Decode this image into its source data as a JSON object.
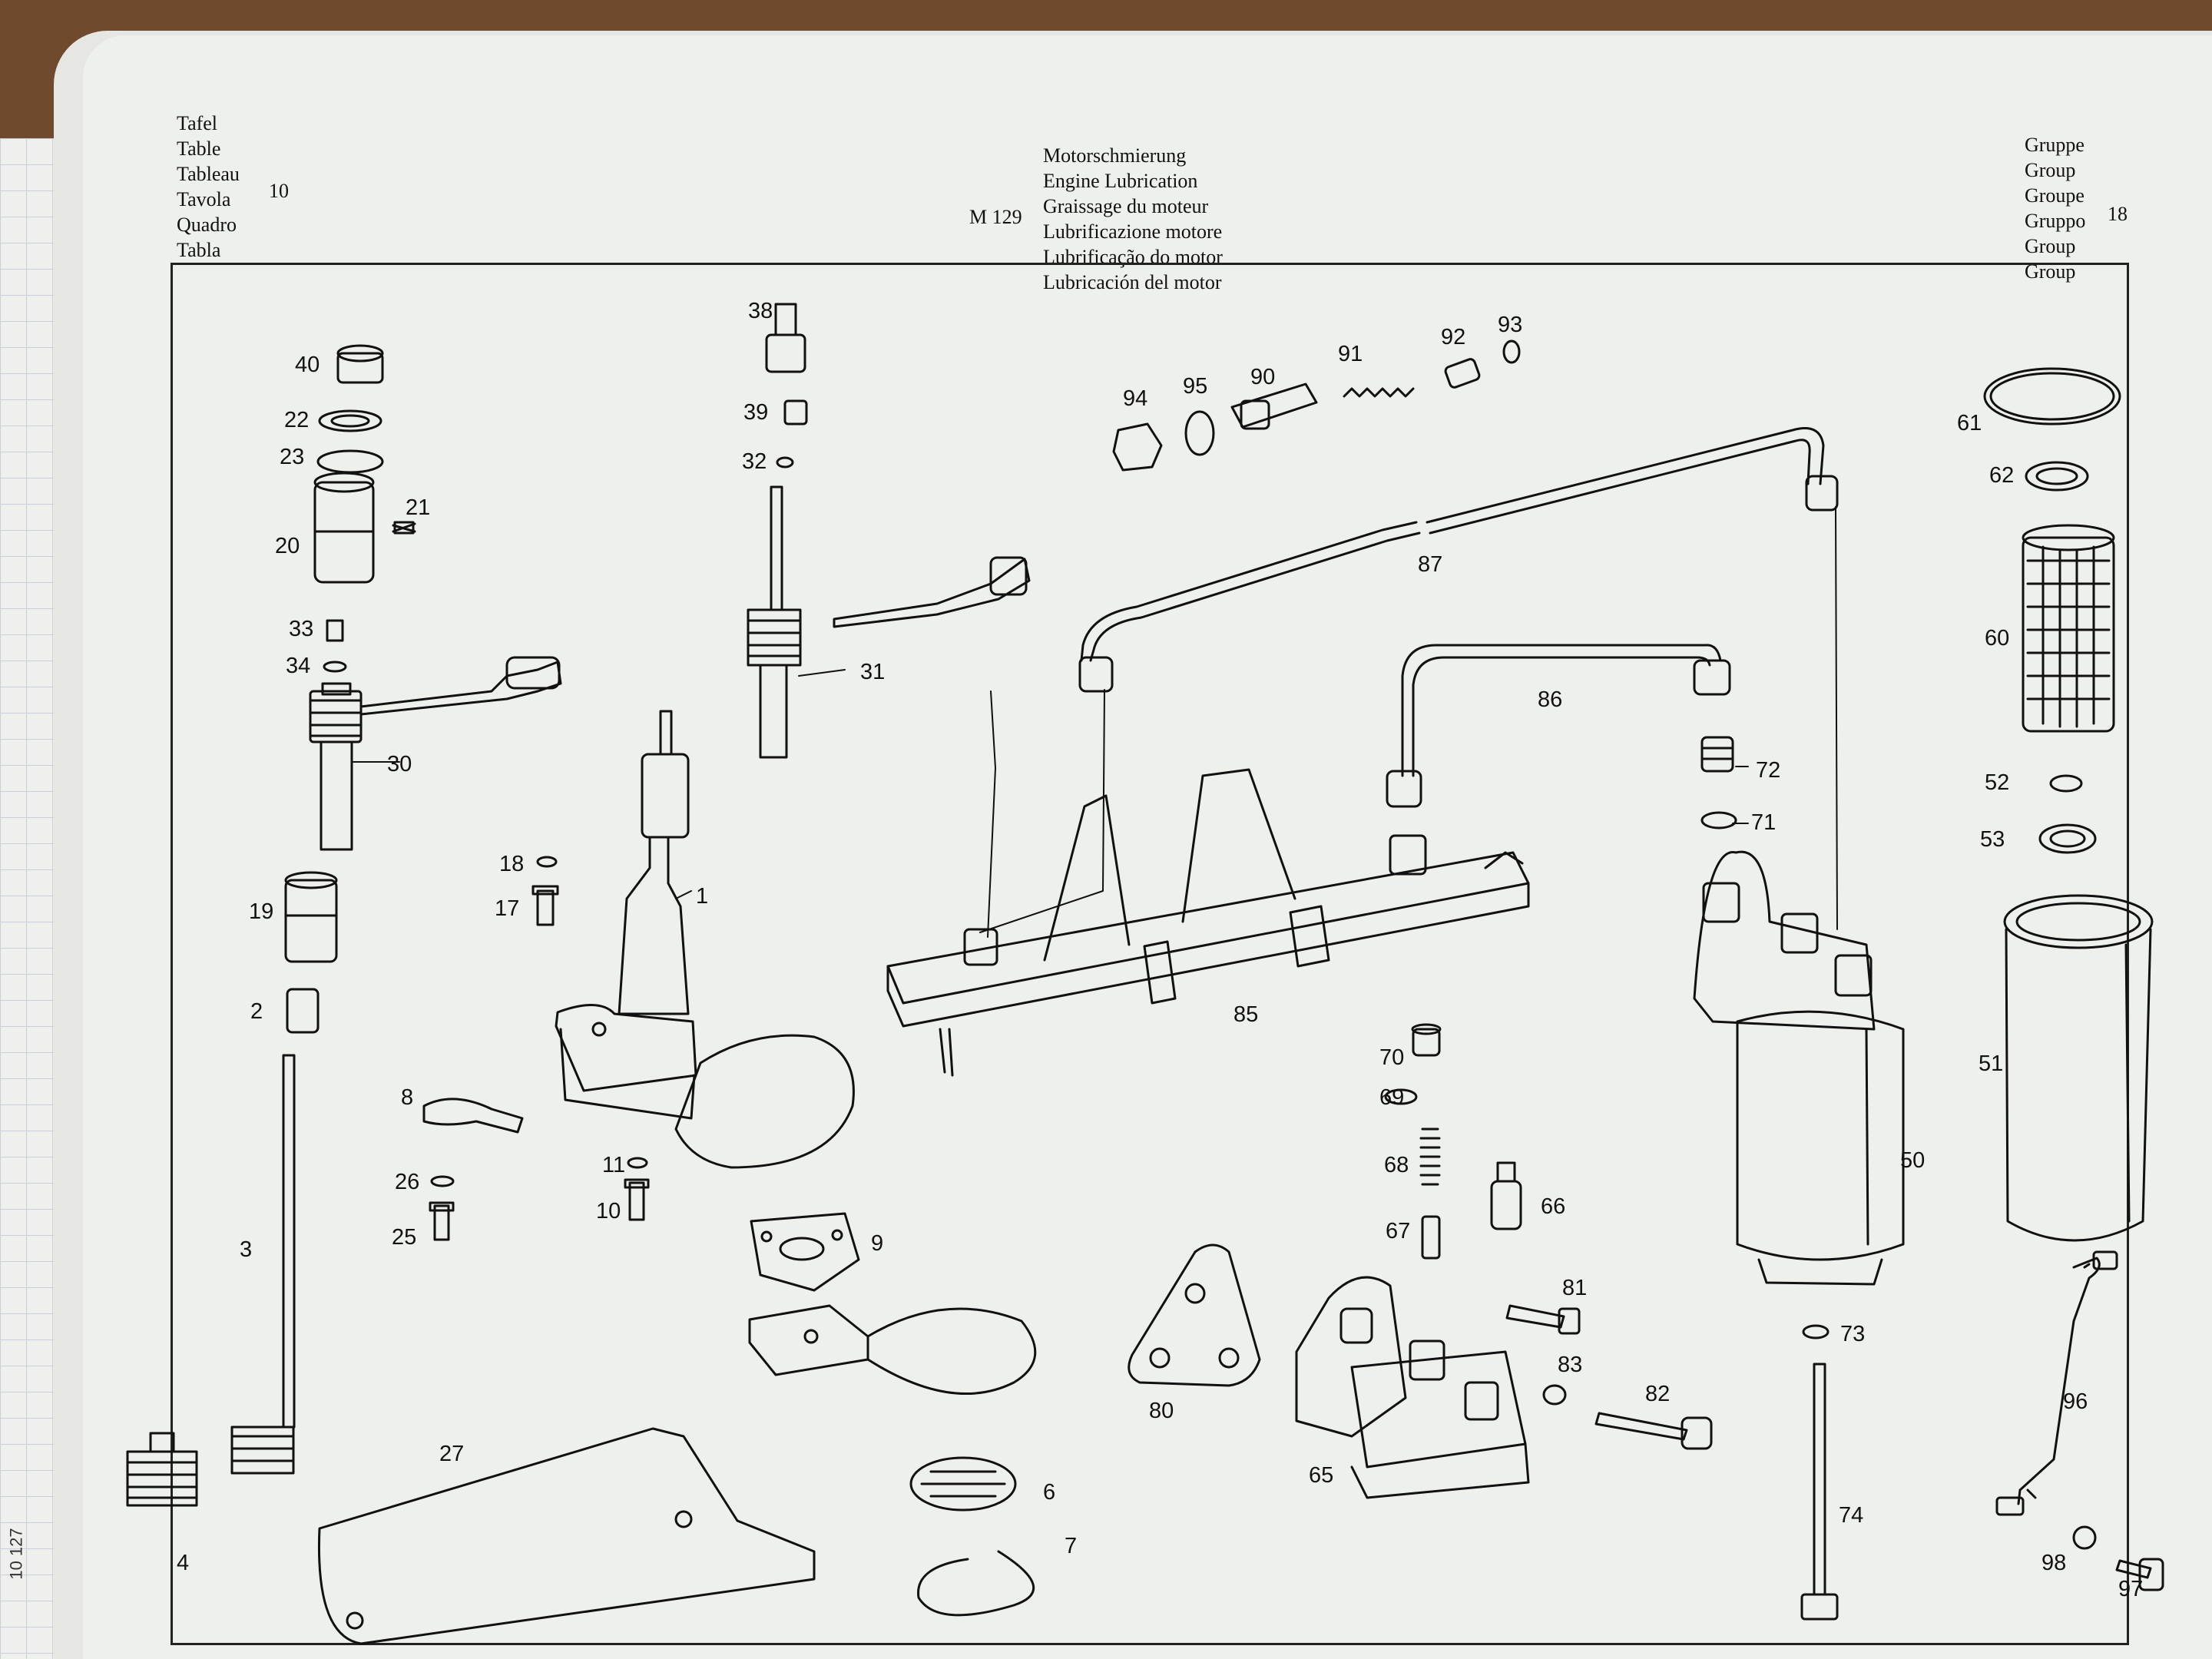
{
  "header": {
    "table_words": [
      "Tafel",
      "Table",
      "Tableau",
      "Tavola",
      "Quadro",
      "Tabla"
    ],
    "table_number": "10",
    "model": "M 129",
    "titles": [
      "Motorschmierung",
      "Engine Lubrication",
      "Graissage du moteur",
      "Lubrificazione motore",
      "Lubrificação do motor",
      "Lubricación del motor"
    ],
    "group_words": [
      "Gruppe",
      "Group",
      "Groupe",
      "Gruppo",
      "Group",
      "Group"
    ],
    "group_number": "18"
  },
  "side_code": "10 127",
  "part_numbers": [
    "1",
    "2",
    "3",
    "4",
    "6",
    "7",
    "8",
    "9",
    "10",
    "11",
    "17",
    "18",
    "19",
    "20",
    "21",
    "22",
    "23",
    "25",
    "26",
    "27",
    "30",
    "31",
    "32",
    "33",
    "34",
    "38",
    "39",
    "40",
    "50",
    "51",
    "52",
    "53",
    "60",
    "61",
    "62",
    "65",
    "66",
    "67",
    "68",
    "69",
    "70",
    "71",
    "72",
    "73",
    "74",
    "80",
    "81",
    "82",
    "83",
    "85",
    "86",
    "87",
    "90",
    "91",
    "92",
    "93",
    "94",
    "95",
    "96",
    "97",
    "98"
  ],
  "colors": {
    "paper": "#eef0ec",
    "ink": "#111111",
    "table": "#6f4a2e"
  }
}
